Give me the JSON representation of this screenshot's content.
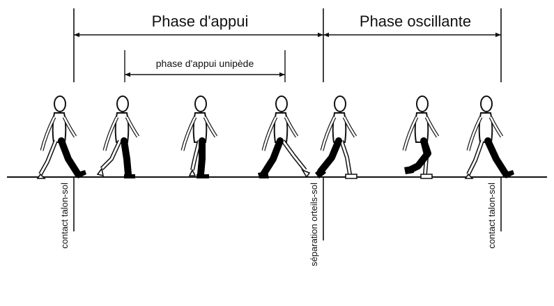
{
  "phases": {
    "stance": "Phase d'appui",
    "swing": "Phase oscillante",
    "single_support": "phase d'appui unipède"
  },
  "events": {
    "heel_strike_1": "contact talon-sol",
    "toe_off": "séparation orteils-sol",
    "heel_strike_2": "contact talon-sol"
  },
  "figures": [
    "walker-pose-heel-strike",
    "walker-pose-loading",
    "walker-pose-midstance",
    "walker-pose-terminal-stance",
    "walker-pose-toe-off",
    "walker-pose-midswing",
    "walker-pose-heel-strike"
  ],
  "colors": {
    "ink": "#111111",
    "limb": "#000000",
    "paper": "#ffffff"
  }
}
